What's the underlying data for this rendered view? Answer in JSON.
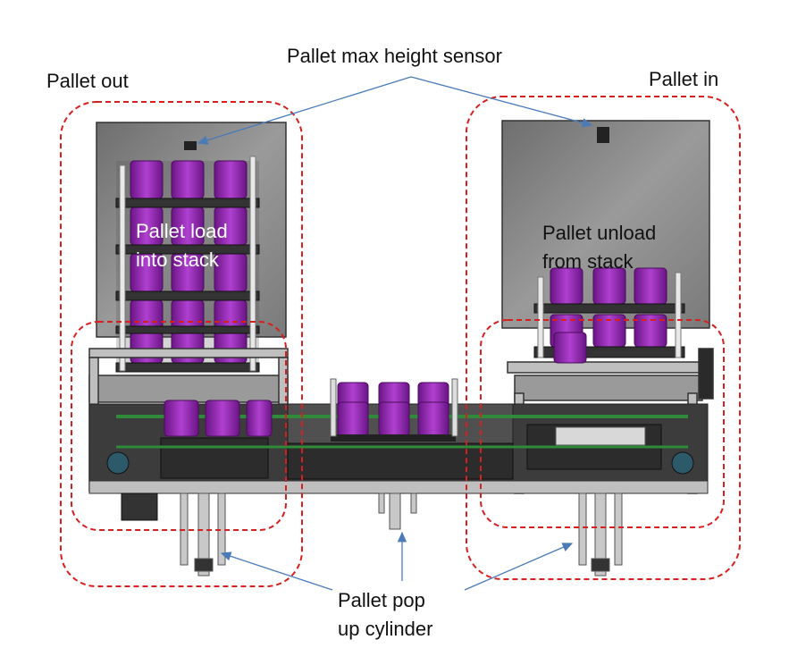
{
  "labels": {
    "sensor": "Pallet max height sensor",
    "pallet_out": "Pallet out",
    "pallet_in": "Pallet in",
    "load_into_stack": "Pallet load\ninto stack",
    "unload_from_stack": "Pallet unload\nfrom stack",
    "pop_up_cylinder": "Pallet pop\nup cylinder"
  },
  "colors": {
    "annotation_arrow": "#4a7ab8",
    "zone_outline": "#d62020",
    "cup": "#9a2ab8",
    "cup_dark": "#6a1585",
    "frame": "#3a3a3a",
    "panel": "#8c8c8c",
    "belt": "#2f8a3a"
  }
}
